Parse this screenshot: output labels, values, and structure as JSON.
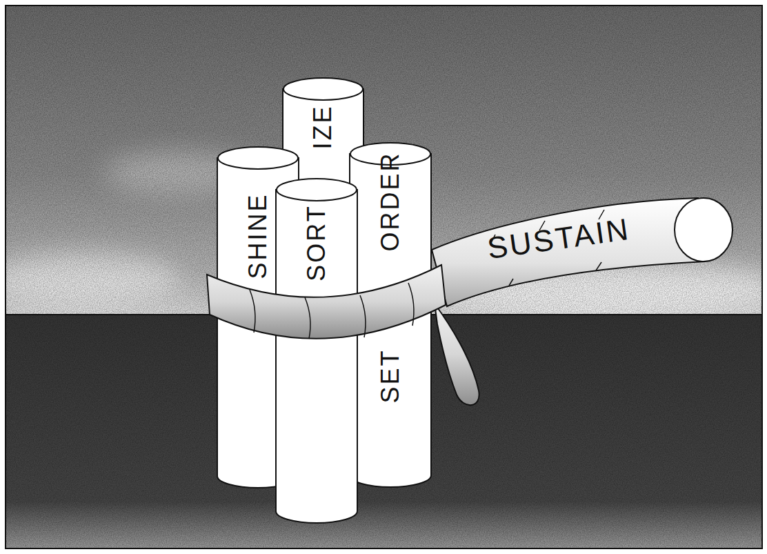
{
  "diagram": {
    "nodes": [
      {
        "text": [
          "IZE"
        ]
      },
      {
        "text": [
          "SHINE"
        ]
      },
      {
        "text": [
          "SORT"
        ]
      },
      {
        "text": [
          "ORDER",
          "SET"
        ]
      },
      {
        "text": [
          "SUSTAIN"
        ]
      }
    ]
  }
}
